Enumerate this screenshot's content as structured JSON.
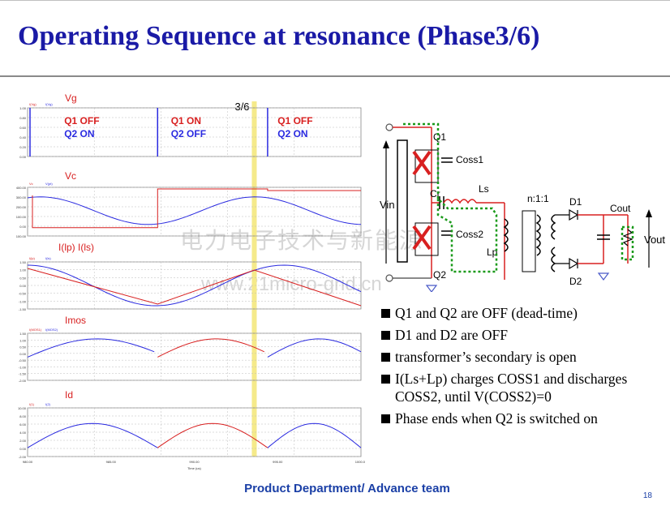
{
  "title": "Operating Sequence at resonance (Phase3/6)",
  "chart": {
    "phase_marker": "3/6",
    "panels": [
      {
        "title": "Vg",
        "legend": [
          "I(Vg)",
          "I(Vg)"
        ],
        "yticks": [
          "1.00",
          "0.80",
          "0.60",
          "0.40",
          "0.20",
          "0.00"
        ],
        "states": [
          [
            "Q1 OFF",
            "Q2 ON"
          ],
          [
            "Q1 ON",
            "Q2 OFF"
          ],
          [
            "Q1 OFF",
            "Q2 ON"
          ]
        ]
      },
      {
        "title": "Vc",
        "legend": [
          "Vc",
          "V(pt)"
        ],
        "yticks": [
          "400.00",
          "300.00",
          "200.00",
          "100.00",
          "0.00",
          "-100.00"
        ]
      },
      {
        "title": "I(lp)   I(ls)",
        "legend": [
          "I(lp)",
          "I(ls)"
        ],
        "yticks": [
          "1.50",
          "1.00",
          "0.50",
          "0.00",
          "-0.50",
          "-1.00",
          "-1.50"
        ]
      },
      {
        "title": "Imos",
        "legend": [
          "I(MOS1)",
          "I(MOS2)"
        ],
        "yticks": [
          "1.50",
          "1.00",
          "0.50",
          "0.00",
          "-0.50",
          "-1.00",
          "-1.50",
          "-2.00"
        ]
      },
      {
        "title": "Id",
        "legend": [
          "I(1)",
          "I(2)"
        ],
        "yticks": [
          "10.00",
          "8.00",
          "6.00",
          "4.00",
          "2.00",
          "0.00",
          "-2.00"
        ]
      }
    ],
    "xticks": [
      "980.00",
      "985.00",
      "990.00",
      "995.00",
      "1000.00"
    ],
    "xlabel": "Time (us)"
  },
  "circuit": {
    "labels": {
      "q1": "Q1",
      "coss1": "Coss1",
      "ls": "Ls",
      "cr": "Cr",
      "vin": "Vin",
      "coss2": "Coss2",
      "lp": "Lp",
      "q2": "Q2",
      "ratio": "n:1:1",
      "d1": "D1",
      "d2": "D2",
      "cout": "Cout",
      "vout": "Vout"
    }
  },
  "bullets": [
    "Q1 and Q2 are OFF (dead-time)",
    "D1 and D2 are OFF",
    "transformer’s secondary is open",
    "I(Ls+Lp) charges COSS1 and discharges COSS2, until V(COSS2)=0",
    "Phase ends when Q2 is switched on"
  ],
  "footer": "Product Department/ Advance team",
  "page_number": "18",
  "watermarks": [
    "电力电子技术与新能源",
    "www.21micro-grid.cn"
  ],
  "colors": {
    "title": "#1a1aa6",
    "red": "#d82020",
    "blue": "#2a2ae0",
    "marker": "#f5ea8a",
    "path": "#1a9a1a"
  }
}
